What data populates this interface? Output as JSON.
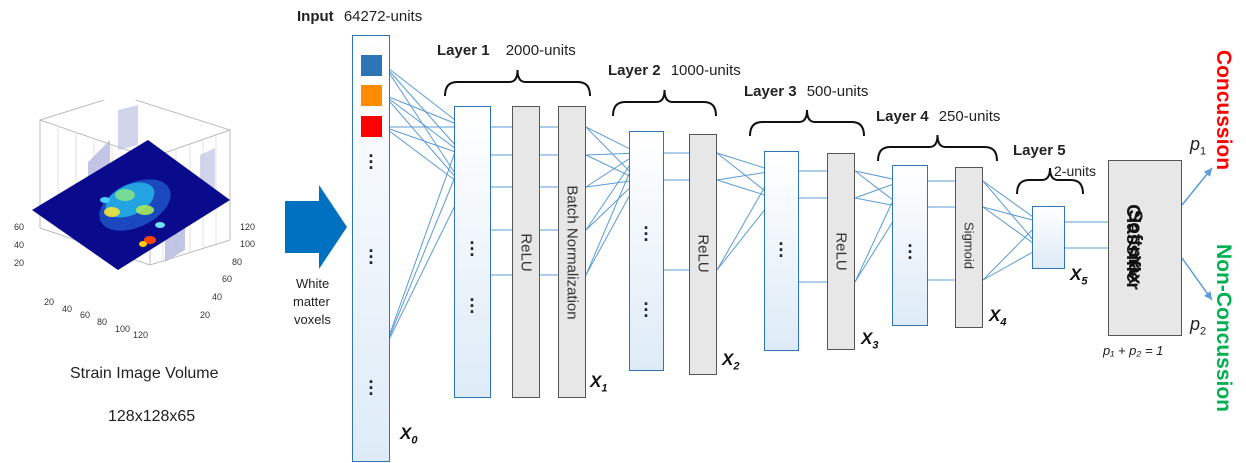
{
  "volume": {
    "caption": "Strain Image Volume",
    "dims": "128x128x65",
    "z_ticks": [
      "60",
      "40",
      "20"
    ],
    "x_ticks": [
      "20",
      "40",
      "60",
      "80",
      "100",
      "120"
    ],
    "y_ticks": [
      "20",
      "40",
      "60",
      "80",
      "100",
      "120"
    ]
  },
  "arrow_caption": [
    "White",
    "matter",
    "voxels"
  ],
  "input": {
    "title": "Input",
    "units": "64272-units",
    "xlabel": "X",
    "xsub": "0"
  },
  "layers": [
    {
      "title": "Layer 1",
      "units": "2000-units",
      "ops": [
        "ReLU",
        "Batch Normalization"
      ],
      "xlabel": "X",
      "xsub": "1"
    },
    {
      "title": "Layer 2",
      "units": "1000-units",
      "ops": [
        "ReLU"
      ],
      "xlabel": "X",
      "xsub": "2"
    },
    {
      "title": "Layer 3",
      "units": "500-units",
      "ops": [
        "ReLU"
      ],
      "xlabel": "X",
      "xsub": "3"
    },
    {
      "title": "Layer 4",
      "units": "250-units",
      "ops": [
        "Sigmoid"
      ],
      "xlabel": "X",
      "xsub": "4"
    },
    {
      "title": "Layer 5",
      "units": "2-units",
      "ops": [],
      "xlabel": "X",
      "xsub": "5"
    }
  ],
  "classifier": {
    "line1": "Softmax",
    "line2": "Classifier"
  },
  "outputs": {
    "p1": "p",
    "p1_sub": "1",
    "p2": "p",
    "p2_sub": "2",
    "sum": "p₁ + p₂ = 1",
    "class1": "Concussion",
    "class1_color": "#ff0000",
    "class2": "Non-Concussion",
    "class2_color": "#00b050"
  },
  "colors": {
    "accent": "#2e75b6",
    "node": "#5b9bd5",
    "arrow": "#0070c0",
    "input_unit_1": "#2e75b6",
    "input_unit_2": "#ff8c00",
    "input_unit_3": "#ff0000"
  }
}
